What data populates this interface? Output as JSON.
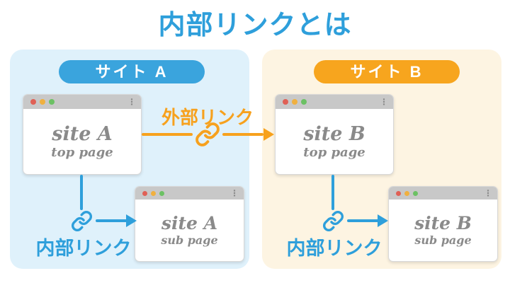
{
  "title": "内部リンクとは",
  "labels": {
    "external_link": "外部リンク",
    "internal_link_a": "内部リンク",
    "internal_link_b": "内部リンク"
  },
  "site_a": {
    "badge": "サイト A",
    "top_page": {
      "name": "site A",
      "page": "top page"
    },
    "sub_page": {
      "name": "site A",
      "page": "sub page"
    }
  },
  "site_b": {
    "badge": "サイト B",
    "top_page": {
      "name": "site B",
      "page": "top page"
    },
    "sub_page": {
      "name": "site B",
      "page": "sub page"
    }
  },
  "connections": [
    {
      "from": "site A top page",
      "to": "site B top page",
      "label": "外部リンク",
      "color": "orange"
    },
    {
      "from": "site A top page",
      "to": "site A sub page",
      "label": "内部リンク",
      "color": "blue"
    },
    {
      "from": "site B top page",
      "to": "site B sub page",
      "label": "内部リンク",
      "color": "blue"
    }
  ],
  "icons": {
    "chain_link": "chain-link-icon",
    "window_menu": "kebab-menu-icon",
    "traffic_lights": [
      "red-dot",
      "yellow-dot",
      "green-dot"
    ]
  },
  "colors": {
    "title_blue": "#2e9fdb",
    "panel_a_bg": "#dff1fb",
    "panel_b_bg": "#fdf4e2",
    "badge_a_bg": "#3aa4dd",
    "badge_b_bg": "#f7a51e",
    "link_blue": "#2e9fdb",
    "link_orange": "#f7a11d",
    "window_bar": "#c8c8c8",
    "window_text": "#8a8a8a"
  }
}
